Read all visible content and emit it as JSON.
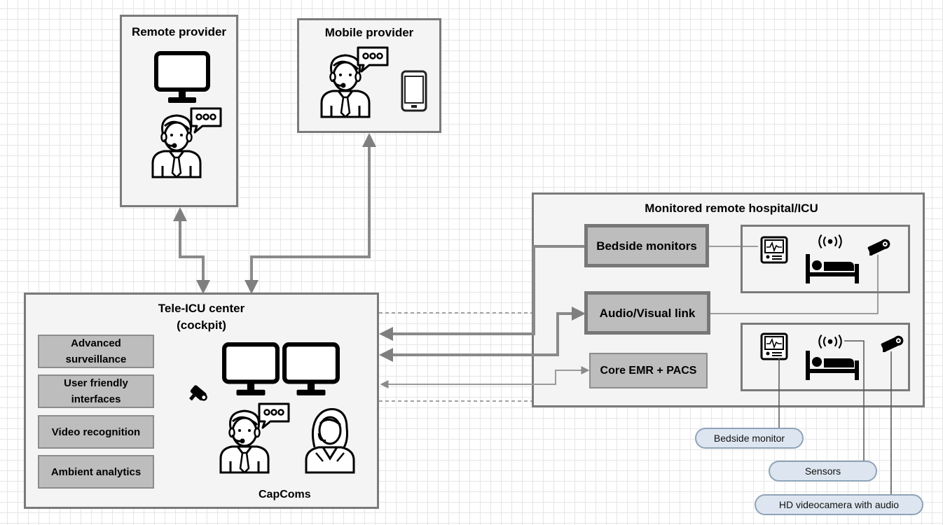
{
  "remote_provider": {
    "title": "Remote provider"
  },
  "mobile_provider": {
    "title": "Mobile provider"
  },
  "hospital": {
    "title": "Monitored remote hospital/ICU",
    "bedside_monitors": "Bedside monitors",
    "av_link": "Audio/Visual link",
    "core_emr": "Core EMR + PACS"
  },
  "tele_icu": {
    "title_line1": "Tele-ICU center",
    "title_line2": "(cockpit)",
    "features": [
      {
        "line1": "Advanced",
        "line2": "surveillance"
      },
      {
        "line1": "User friendly",
        "line2": "interfaces"
      },
      {
        "line1": "Video recognition",
        "line2": ""
      },
      {
        "line1": "Ambient analytics",
        "line2": ""
      }
    ],
    "capcoms": "CapComs"
  },
  "legend": {
    "bedside_monitor": "Bedside monitor",
    "sensors": "Sensors",
    "hd_camera": "HD videocamera with audio"
  },
  "icons": [
    "monitor-icon",
    "doctor-headset-icon",
    "chat-bubble-icon",
    "smartphone-icon",
    "patient-monitor-icon",
    "hospital-bed-icon",
    "wireless-sensor-icon",
    "security-camera-icon",
    "nurse-icon"
  ]
}
